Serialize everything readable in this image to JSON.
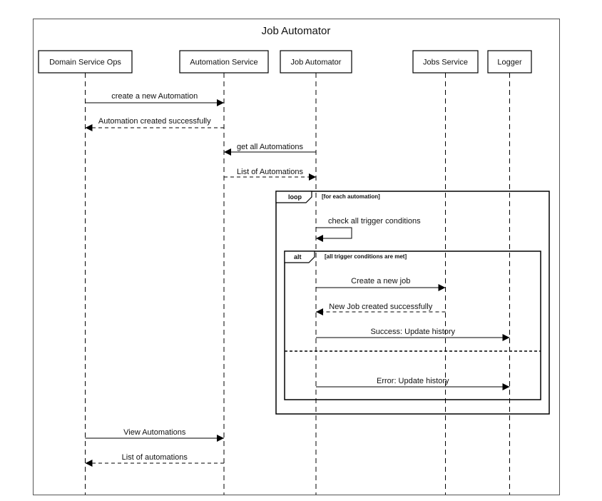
{
  "diagram": {
    "title": "Job Automator",
    "participants": [
      {
        "id": "dso",
        "name": "Domain Service Ops"
      },
      {
        "id": "as",
        "name": "Automation Service"
      },
      {
        "id": "ja",
        "name": "Job Automator"
      },
      {
        "id": "js",
        "name": "Jobs Service"
      },
      {
        "id": "lg",
        "name": "Logger"
      }
    ],
    "messages": [
      {
        "from": "dso",
        "to": "as",
        "label": "create a new Automation",
        "kind": "sync"
      },
      {
        "from": "as",
        "to": "dso",
        "label": "Automation created successfully",
        "kind": "reply"
      },
      {
        "from": "ja",
        "to": "as",
        "label": "get all Automations",
        "kind": "sync"
      },
      {
        "from": "as",
        "to": "ja",
        "label": "List of Automations",
        "kind": "reply"
      },
      {
        "from": "ja",
        "to": "ja",
        "label": "check all trigger conditions",
        "kind": "self"
      },
      {
        "from": "ja",
        "to": "js",
        "label": "Create a new job",
        "kind": "sync"
      },
      {
        "from": "js",
        "to": "ja",
        "label": "New Job created successfully",
        "kind": "reply"
      },
      {
        "from": "ja",
        "to": "lg",
        "label": "Success: Update history",
        "kind": "sync"
      },
      {
        "from": "ja",
        "to": "lg",
        "label": "Error: Update history",
        "kind": "sync"
      },
      {
        "from": "dso",
        "to": "as",
        "label": "View Automations",
        "kind": "sync"
      },
      {
        "from": "as",
        "to": "dso",
        "label": "List of automations",
        "kind": "reply"
      }
    ],
    "frames": [
      {
        "id": "loop",
        "tag": "loop",
        "condition": "[for each automation]"
      },
      {
        "id": "alt",
        "tag": "alt",
        "condition": "[all trigger conditions are met]"
      }
    ]
  }
}
